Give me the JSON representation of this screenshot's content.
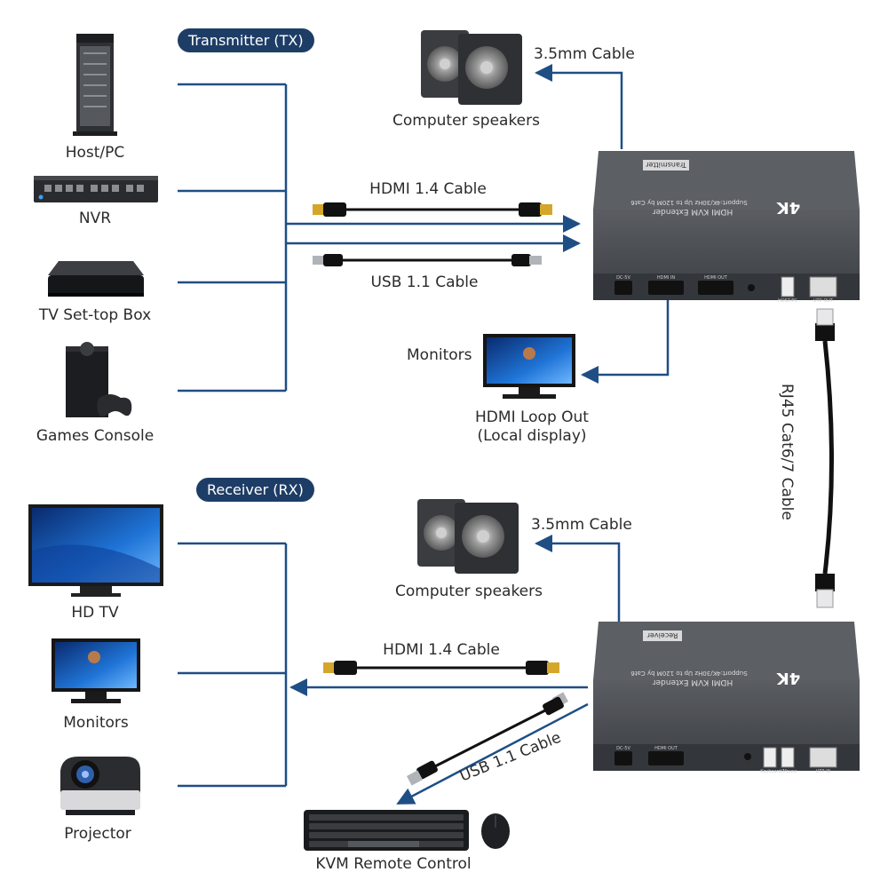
{
  "groups": {
    "transmitter": "Transmitter (TX)",
    "receiver": "Receiver (RX)"
  },
  "tx_sources": [
    "Host/PC",
    "NVR",
    "TV Set-top Box",
    "Games Console"
  ],
  "rx_outputs": [
    "HD TV",
    "Monitors",
    "Projector"
  ],
  "tx": {
    "speakers_label": "Computer speakers",
    "audio_cable": "3.5mm Cable",
    "hdmi_cable": "HDMI 1.4 Cable",
    "usb_cable": "USB 1.1 Cable",
    "monitor_label": "Monitors",
    "loop_out_line1": "HDMI Loop Out",
    "loop_out_line2": "(Local display)"
  },
  "rx": {
    "speakers_label": "Computer speakers",
    "audio_cable": "3.5mm Cable",
    "hdmi_cable": "HDMI 1.4 Cable",
    "usb_cable": "USB 1.1 Cable",
    "kvm_label": "KVM Remote Control"
  },
  "link_cable": "RJ45 Cat6/7 Cable",
  "device_tx": {
    "tag": "Transmitter",
    "model": "HDMI KVM Extender",
    "spec": "Support:4K/30Hz Up to 120M by Cat6",
    "badge": "4K",
    "ports": [
      "DC-5V",
      "HDMI IN",
      "HDMI OUT",
      "HOST/PC",
      "UTP OUT"
    ]
  },
  "device_rx": {
    "tag": "Receiver",
    "model": "HDMI KVM Extender",
    "spec": "Support:4K/30Hz Up to 120M by Cat6",
    "badge": "4K",
    "ports": [
      "DC-5V",
      "HDMI OUT",
      "Keyboard/Mouse",
      "UTP IN"
    ]
  },
  "colors": {
    "navy": "#1e3d66",
    "line": "#1f4e85",
    "device": "#4a4d52"
  }
}
